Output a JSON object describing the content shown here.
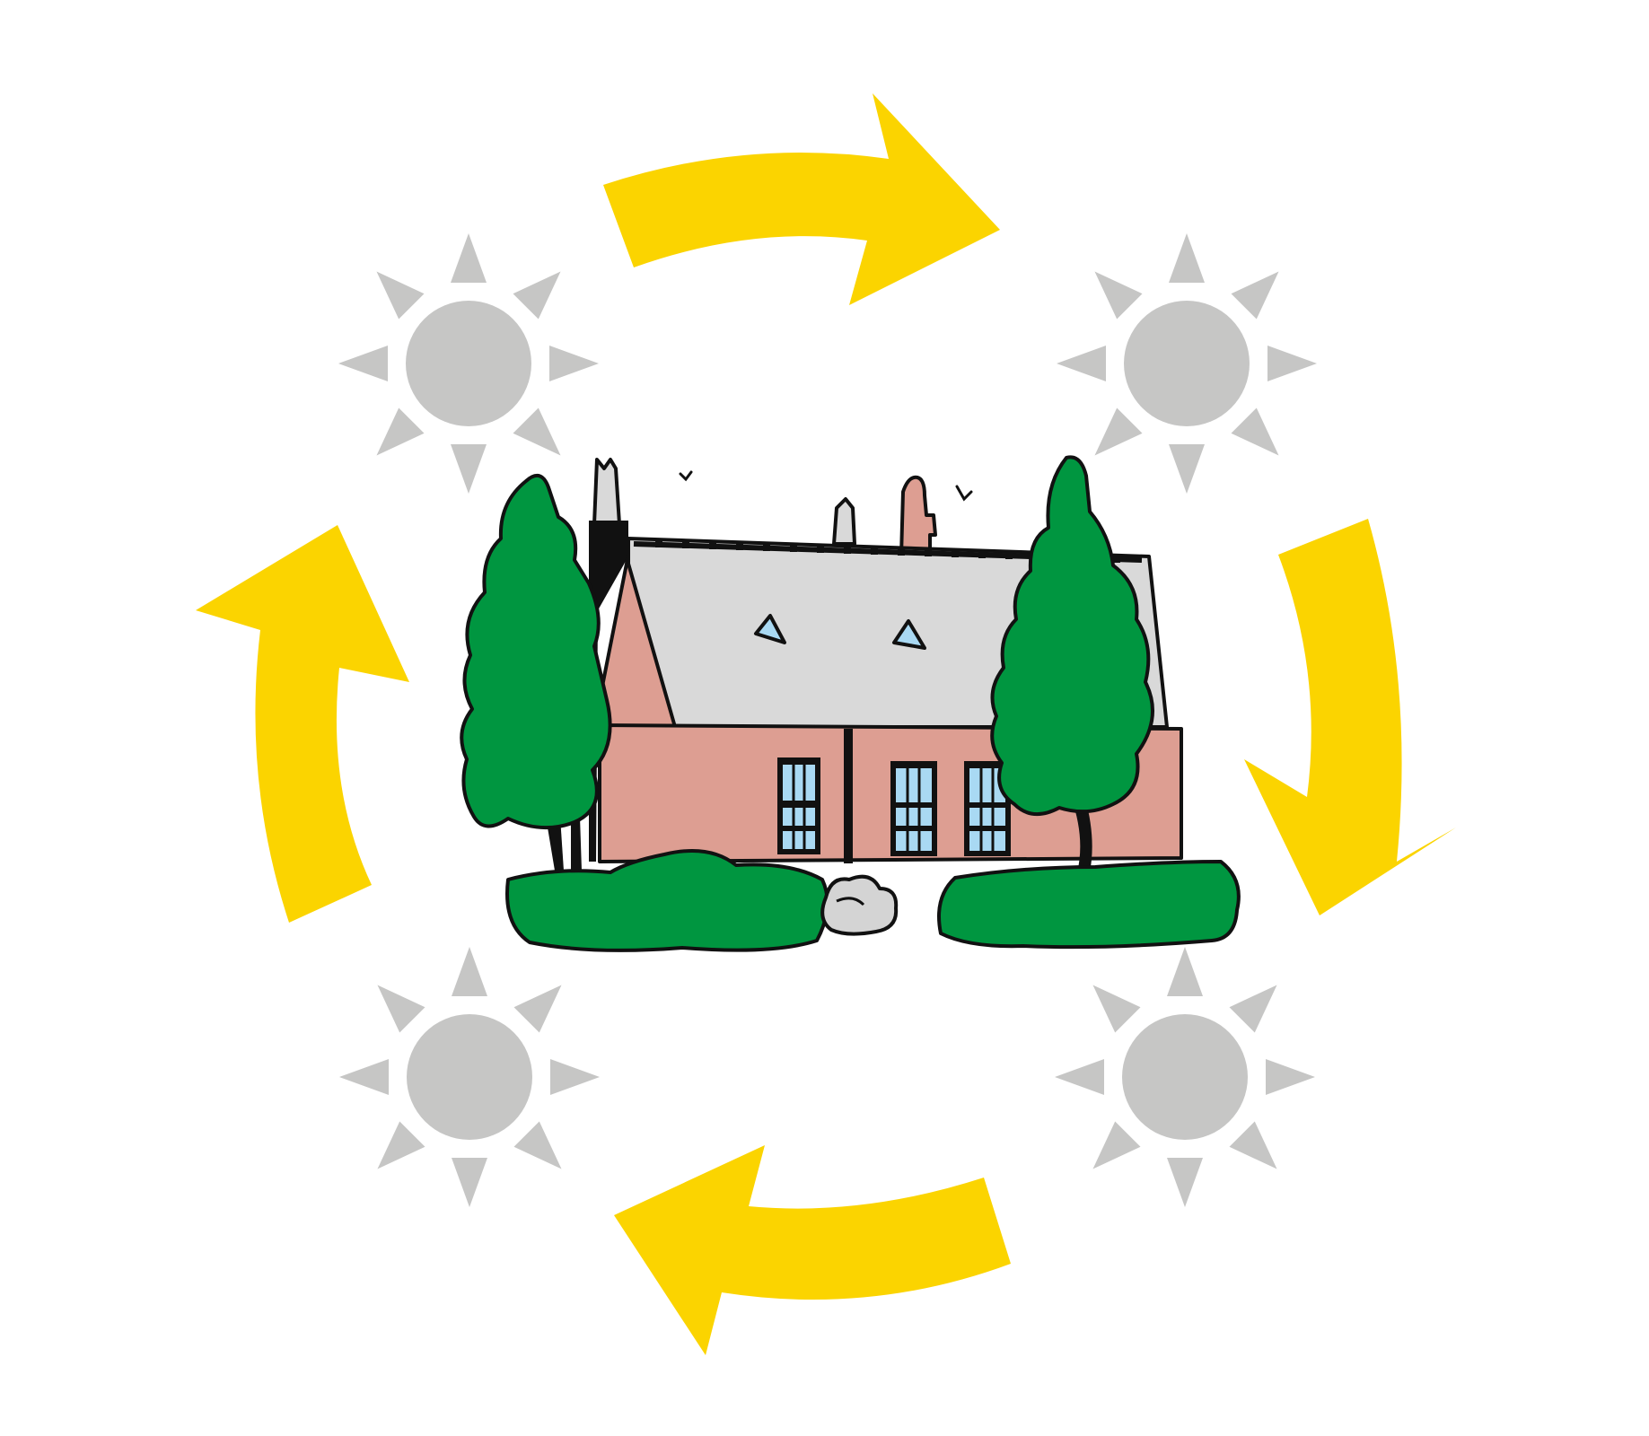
{
  "diagram": {
    "type": "cycle",
    "center_object": "house-with-trees",
    "nodes": [
      {
        "id": "sun-top-left",
        "icon": "sun-icon"
      },
      {
        "id": "sun-top-right",
        "icon": "sun-icon"
      },
      {
        "id": "sun-bottom-right",
        "icon": "sun-icon"
      },
      {
        "id": "sun-bottom-left",
        "icon": "sun-icon"
      }
    ],
    "arrows": [
      {
        "id": "arrow-top",
        "direction": "clockwise"
      },
      {
        "id": "arrow-right",
        "direction": "clockwise"
      },
      {
        "id": "arrow-bottom",
        "direction": "clockwise"
      },
      {
        "id": "arrow-left",
        "direction": "clockwise"
      }
    ]
  },
  "colors": {
    "arrow": "#fbd400",
    "sun": "#c6c6c5",
    "brick": "#dd9e92",
    "roof": "#d9d9d9",
    "tree": "#009640",
    "outline": "#111111",
    "window": "#a9d9f3",
    "stone": "#d4d4d4"
  }
}
